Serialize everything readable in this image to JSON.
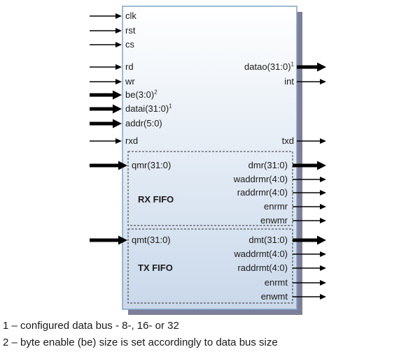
{
  "inputs": [
    {
      "id": "clk",
      "label": "clk",
      "sup": "",
      "bus": false
    },
    {
      "id": "rst",
      "label": "rst",
      "sup": "",
      "bus": false
    },
    {
      "id": "cs",
      "label": "cs",
      "sup": "",
      "bus": false
    },
    {
      "id": "rd",
      "label": "rd",
      "sup": "",
      "bus": false
    },
    {
      "id": "wr",
      "label": "wr",
      "sup": "",
      "bus": false
    },
    {
      "id": "be",
      "label": "be(3:0)",
      "sup": "2",
      "bus": true
    },
    {
      "id": "datai",
      "label": "datai(31:0)",
      "sup": "1",
      "bus": true
    },
    {
      "id": "addr",
      "label": "addr(5:0)",
      "sup": "",
      "bus": true
    },
    {
      "id": "rxd",
      "label": "rxd",
      "sup": "",
      "bus": false
    }
  ],
  "outputs": [
    {
      "id": "datao",
      "label": "datao(31:0)",
      "sup": "1",
      "bus": true
    },
    {
      "id": "int",
      "label": "int",
      "sup": "",
      "bus": false
    },
    {
      "id": "txd",
      "label": "txd",
      "sup": "",
      "bus": false
    }
  ],
  "rx_fifo": {
    "title": "RX FIFO",
    "input": {
      "label": "qmr(31:0)",
      "bus": true
    },
    "outputs": [
      {
        "label": "dmr(31:0)",
        "bus": true
      },
      {
        "label": "waddrmr(4:0)",
        "bus": false
      },
      {
        "label": "raddrmr(4:0)",
        "bus": false
      },
      {
        "label": "enrmr",
        "bus": false
      },
      {
        "label": "enwmr",
        "bus": false
      }
    ]
  },
  "tx_fifo": {
    "title": "TX FIFO",
    "input": {
      "label": "qmt(31:0)",
      "bus": true
    },
    "outputs": [
      {
        "label": "dmt(31:0)",
        "bus": true
      },
      {
        "label": "waddrmt(4:0)",
        "bus": false
      },
      {
        "label": "raddrmt(4:0)",
        "bus": false
      },
      {
        "label": "enrmt",
        "bus": false
      },
      {
        "label": "enwmt",
        "bus": false
      }
    ]
  },
  "footnotes": [
    "1 – configured data bus - 8-, 16- or 32",
    "2 – byte enable (be) size is set accordingly to data bus size"
  ],
  "colors": {
    "block_fill_top": "#ffffff",
    "block_fill_bottom": "#c9d8ea",
    "block_border": "#7fa3c8",
    "shadow": "#7d7f99",
    "arrow": "#000000"
  }
}
